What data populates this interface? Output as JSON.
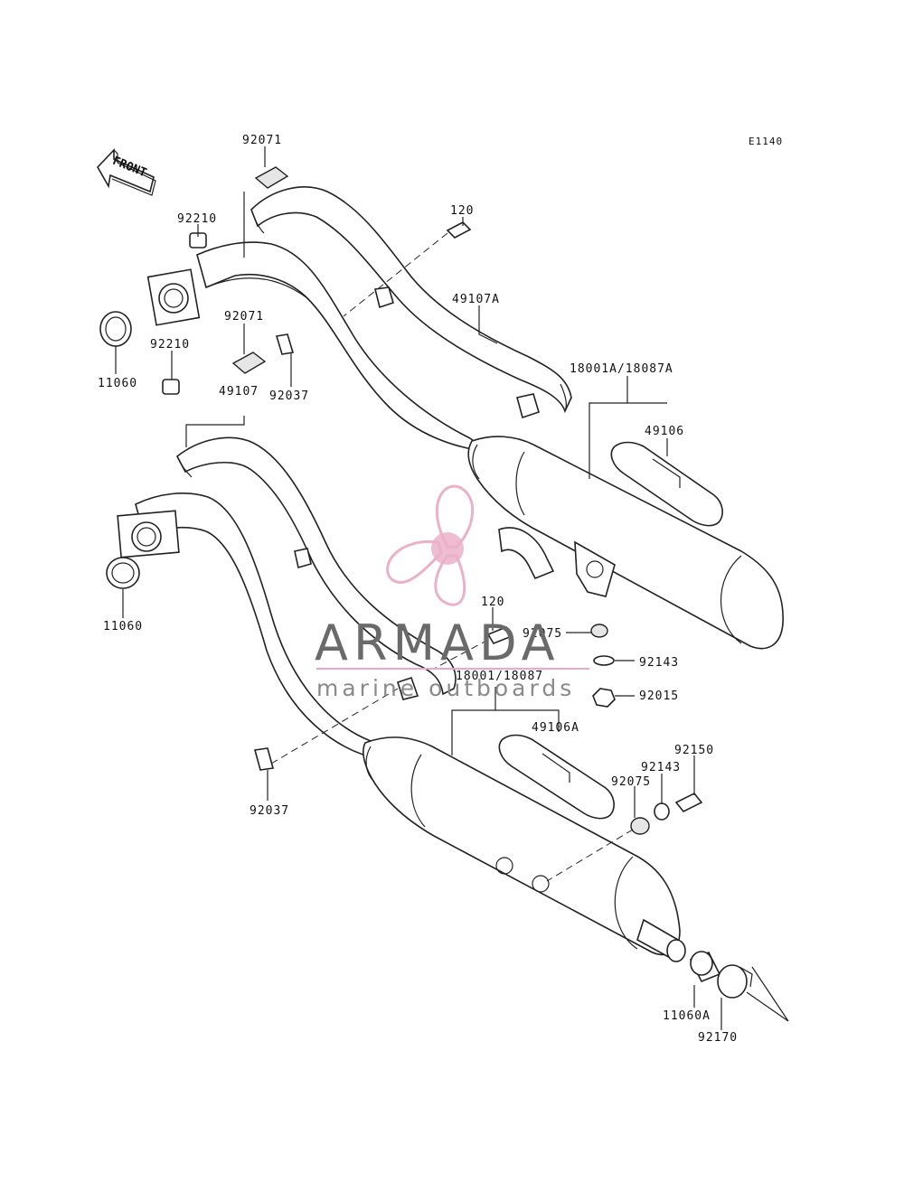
{
  "diagram": {
    "code": "E1140",
    "front_label": "FRONT",
    "parts": {
      "p92071_top": "92071",
      "p92210_top": "92210",
      "p11060_top": "11060",
      "p92071_mid": "92071",
      "p92210_mid": "92210",
      "p92037_top": "92037",
      "p120_top": "120",
      "p49107A": "49107A",
      "p18001A": "18001A/18087A",
      "p49106": "49106",
      "p49107": "49107",
      "p11060_mid": "11060",
      "p120_mid": "120",
      "p92075_top": "92075",
      "p92143_top": "92143",
      "p92015": "92015",
      "p18001": "18001/18087",
      "p49106A": "49106A",
      "p92037_bot": "92037",
      "p92150": "92150",
      "p92143_bot": "92143",
      "p92075_bot": "92075",
      "p11060A": "11060A",
      "p92170": "92170"
    }
  },
  "watermark": {
    "brand": "ARMADA",
    "tagline": "marine outboards",
    "color": "#e9a9c4"
  }
}
